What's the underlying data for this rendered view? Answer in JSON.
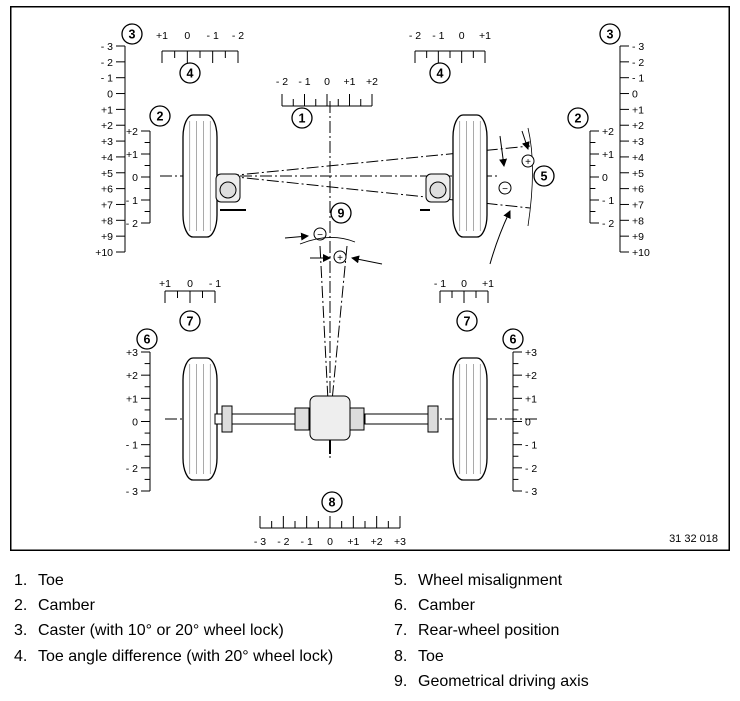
{
  "figure": {
    "id_label": "31 32 018",
    "callouts": [
      "1",
      "2",
      "3",
      "4",
      "5",
      "6",
      "7",
      "8",
      "9"
    ],
    "scales": {
      "toe_front": [
        "- 2",
        "- 1",
        "0",
        "+1",
        "+2"
      ],
      "toe_angle_left": [
        "+1",
        "0",
        "- 1",
        "- 2"
      ],
      "toe_angle_right": [
        "- 2",
        "- 1",
        "0",
        "+1"
      ],
      "caster": [
        "- 3",
        "- 2",
        "- 1",
        "0",
        "+1",
        "+2",
        "+3",
        "+4",
        "+5",
        "+6",
        "+7",
        "+8",
        "+9",
        "+10"
      ],
      "camber_front": [
        "+2",
        "+1",
        "0",
        "- 1",
        "- 2"
      ],
      "rear_pos_left": [
        "+1",
        "0",
        "- 1"
      ],
      "rear_pos_right": [
        "- 1",
        "0",
        "+1"
      ],
      "camber_rear": [
        "+3",
        "+2",
        "+1",
        "0",
        "- 1",
        "- 2",
        "- 3"
      ],
      "toe_rear": [
        "- 3",
        "- 2",
        "- 1",
        "0",
        "+1",
        "+2",
        "+3"
      ]
    },
    "signs": {
      "minus": "−",
      "plus": "+"
    }
  },
  "legend": {
    "left": [
      {
        "num": "1.",
        "text": "Toe"
      },
      {
        "num": "2.",
        "text": "Camber"
      },
      {
        "num": "3.",
        "text": "Caster (with 10° or 20° wheel lock)"
      },
      {
        "num": "4.",
        "text": "Toe angle difference (with 20° wheel lock)"
      }
    ],
    "right": [
      {
        "num": "5.",
        "text": "Wheel misalignment"
      },
      {
        "num": "6.",
        "text": "Camber"
      },
      {
        "num": "7.",
        "text": "Rear-wheel position"
      },
      {
        "num": "8.",
        "text": "Toe"
      },
      {
        "num": "9.",
        "text": "Geometrical driving axis"
      }
    ]
  }
}
